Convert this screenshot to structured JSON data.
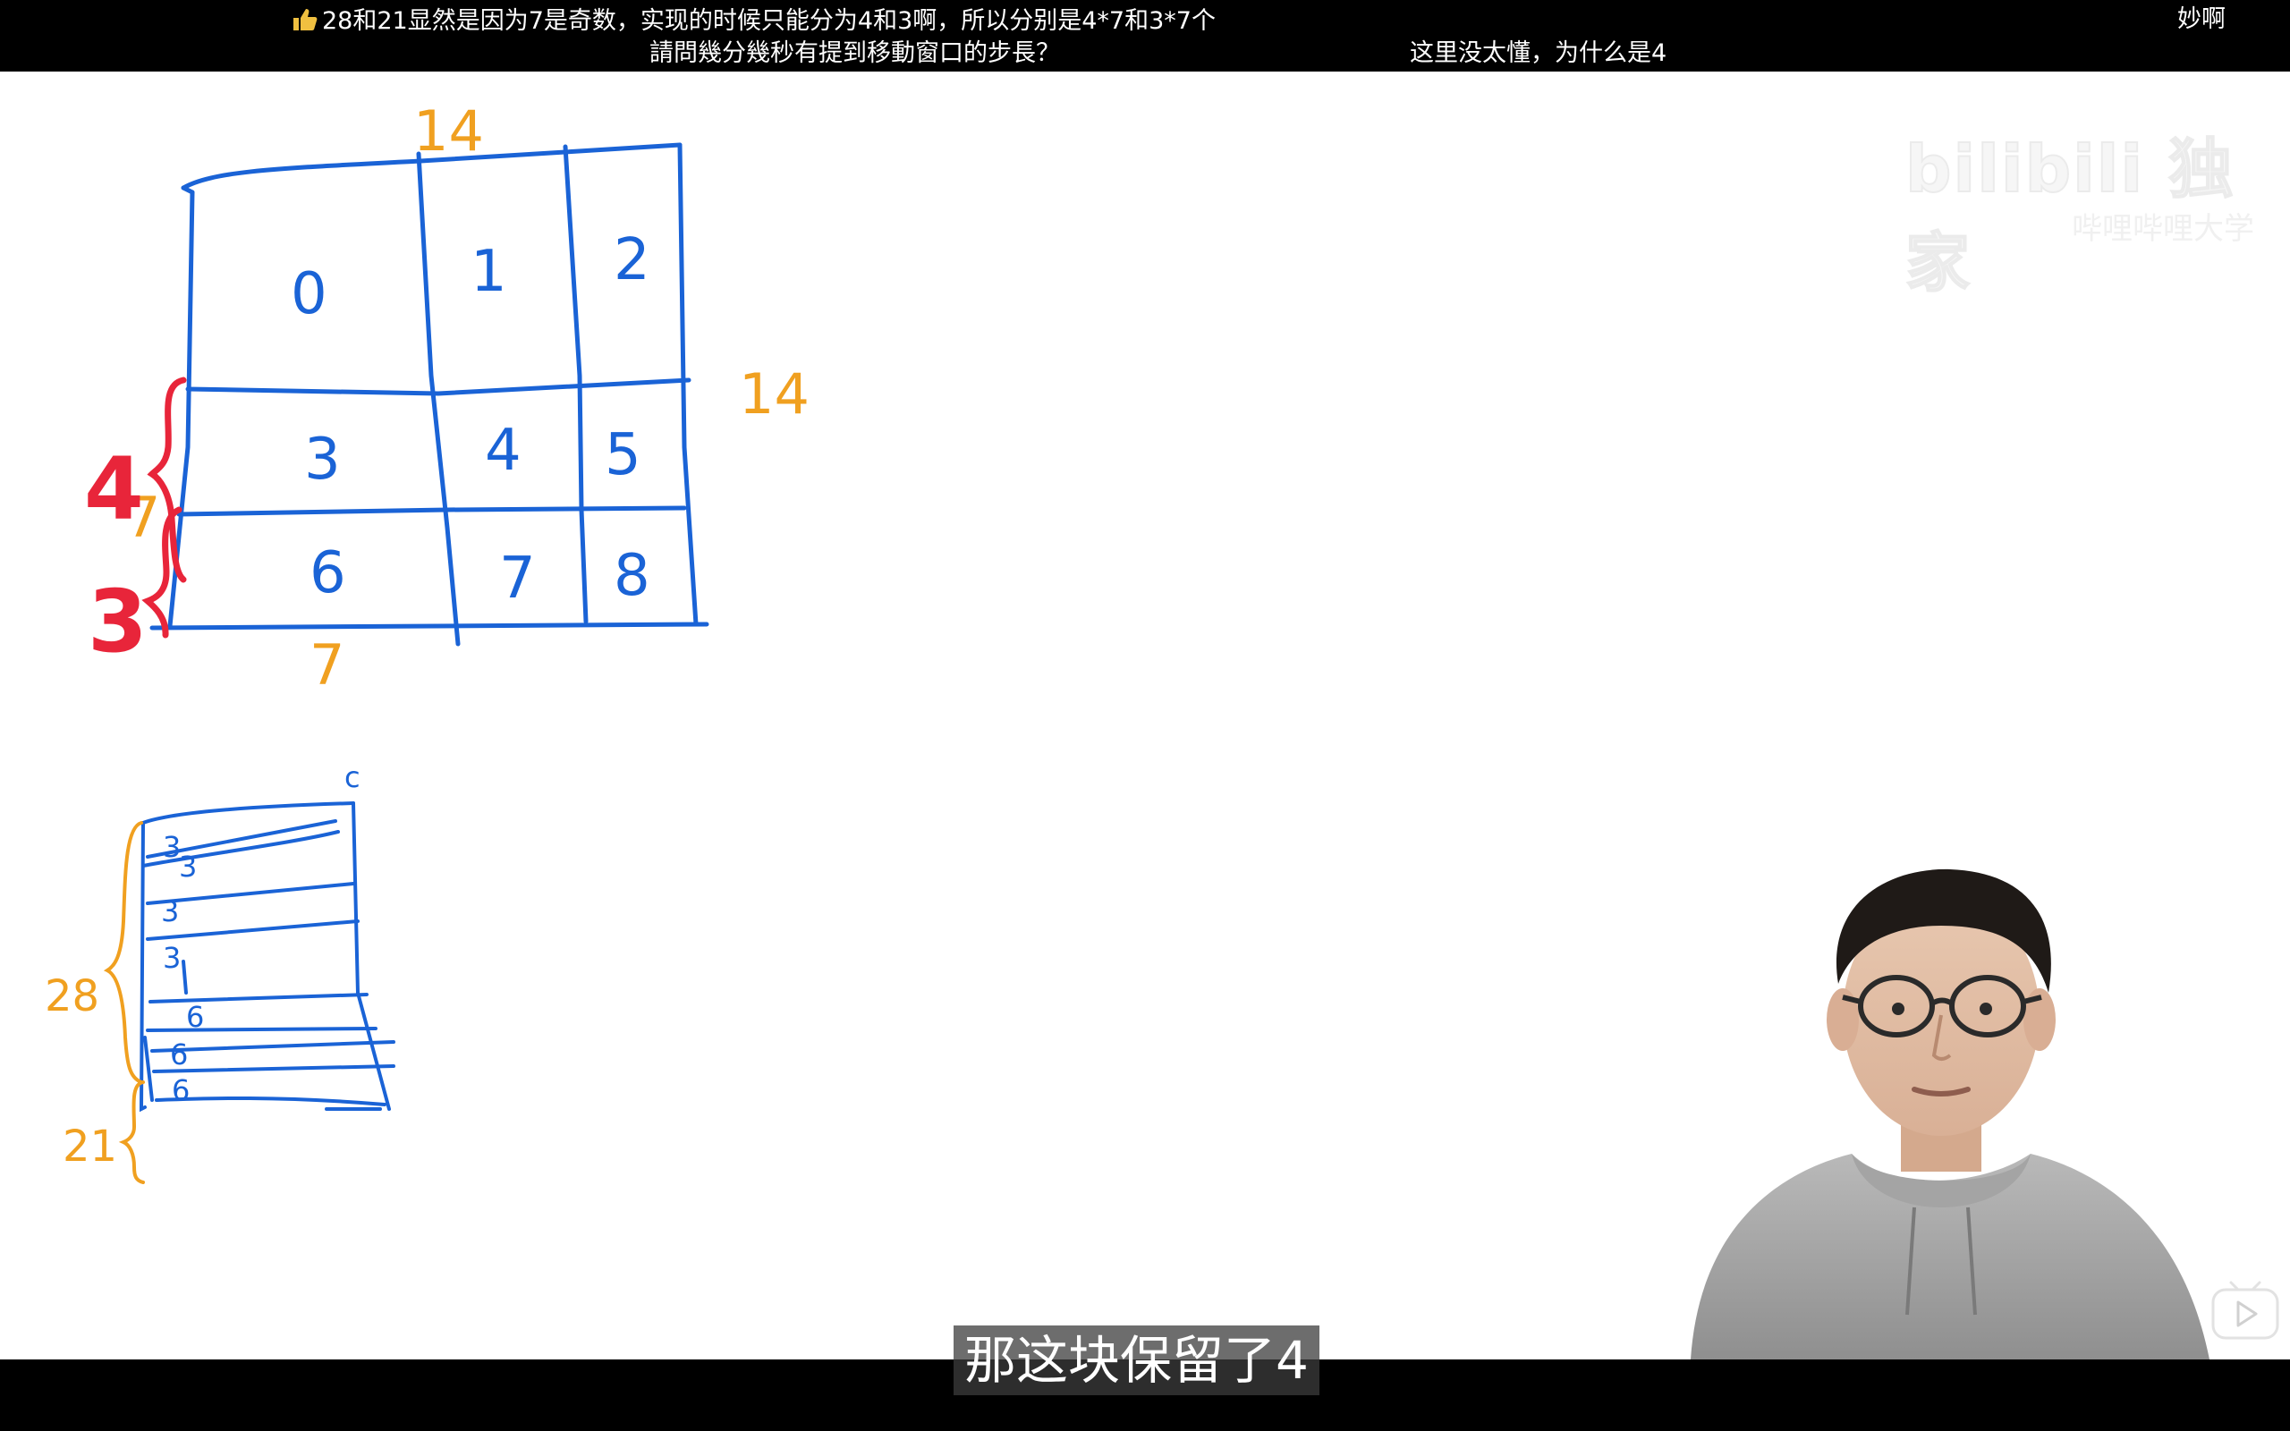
{
  "danmaku": {
    "line1": "28和21显然是因为7是奇数，实现的时候只能分为4和3啊，所以分别是4*7和3*7个",
    "line2": "請問幾分幾秒有提到移動窗口的步長？",
    "line3": "这里没太懂，为什么是4",
    "line4": "妙啊",
    "like_icon": "thumbs-up-icon"
  },
  "whiteboard": {
    "grid": {
      "top_width": "14",
      "right_height": "14",
      "bottom_width": "7",
      "left_height": "7",
      "cells": [
        "0",
        "1",
        "2",
        "3",
        "4",
        "5",
        "6",
        "7",
        "8"
      ],
      "row_label_a": "4",
      "row_label_b": "3"
    },
    "stack": {
      "column_label": "c",
      "brace_top": "28",
      "brace_bottom": "21",
      "row_marks": [
        "3",
        "3",
        "3",
        "3",
        "6",
        "6",
        "6"
      ]
    }
  },
  "watermark": {
    "logo": "bilibili 独家",
    "sub": "哔哩哔哩大学"
  },
  "subtitle": {
    "text": "那这块保留了4"
  },
  "controls": {
    "play_icon": "tv-play-icon",
    "expand_icon": "chevron-up-icon"
  },
  "colors": {
    "ink_blue": "#1a63d6",
    "ink_orange": "#f0a020",
    "ink_red": "#e8253a"
  }
}
